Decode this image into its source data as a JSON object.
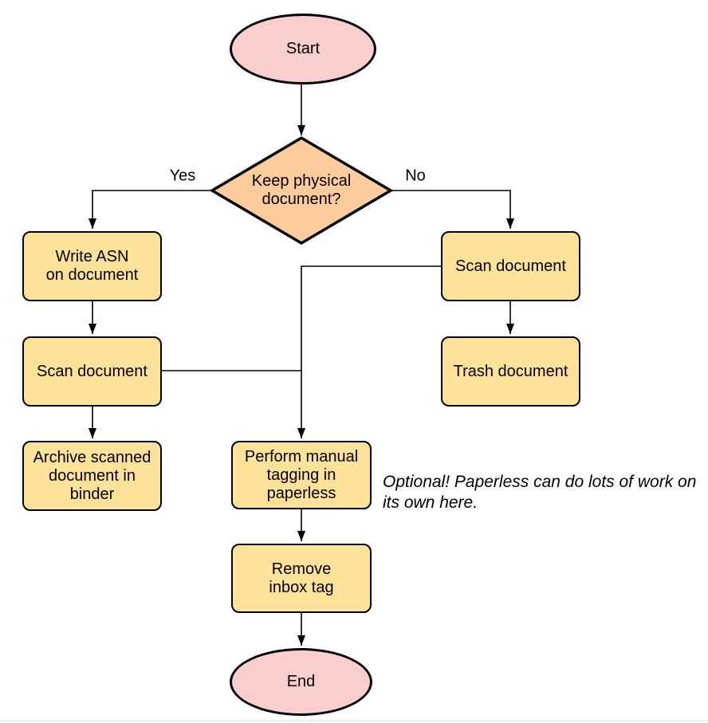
{
  "diagram": {
    "nodes": {
      "start": {
        "label": "Start",
        "type": "terminator"
      },
      "decision": {
        "label": "Keep physical\ndocument?",
        "type": "decision"
      },
      "write_asn": {
        "label": "Write ASN\non document",
        "type": "process"
      },
      "scan_left": {
        "label": "Scan document",
        "type": "process"
      },
      "archive": {
        "label": "Archive scanned\ndocument in\nbinder",
        "type": "process"
      },
      "scan_right": {
        "label": "Scan document",
        "type": "process"
      },
      "trash": {
        "label": "Trash document",
        "type": "process"
      },
      "tagging": {
        "label": "Perform manual\ntagging in\npaperless",
        "type": "process"
      },
      "remove_inbox": {
        "label": "Remove\ninbox tag",
        "type": "process"
      },
      "end": {
        "label": "End",
        "type": "terminator"
      }
    },
    "edge_labels": {
      "yes": "Yes",
      "no": "No"
    },
    "annotation": "Optional! Paperless can do lots of work on\nits own here.",
    "colors": {
      "terminator_fill": "#F9CECC",
      "decision_fill": "#FFCC9E",
      "process_fill": "#FFE29A",
      "stroke": "#000000",
      "line": "#000000",
      "background": "#FFFFFF",
      "bottom_divider": "#F3EEEA"
    }
  }
}
